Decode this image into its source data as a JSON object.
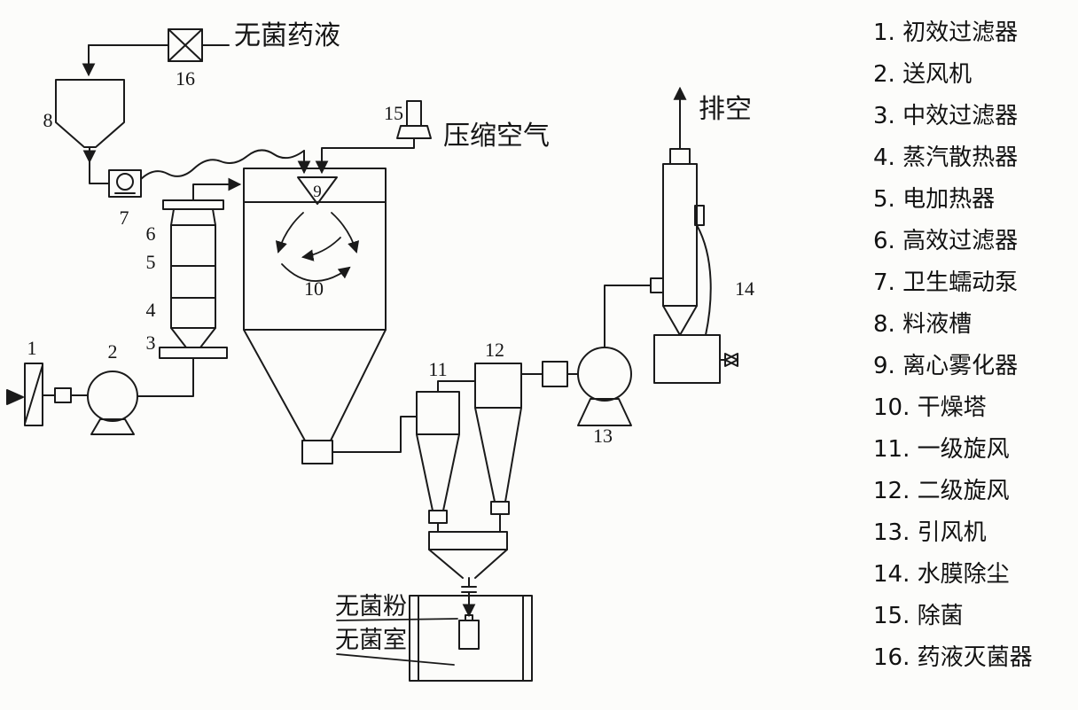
{
  "diagram": {
    "ink_color": "#1a1a1a",
    "numbers": {
      "1": "1",
      "2": "2",
      "3": "3",
      "4": "4",
      "5": "5",
      "6": "6",
      "7": "7",
      "8": "8",
      "9": "9",
      "10": "10",
      "11": "11",
      "12": "12",
      "13": "13",
      "14": "14",
      "15": "15",
      "16": "16"
    },
    "labels": {
      "sterile_liquid": "无菌药液",
      "compressed_air": "压缩空气",
      "exhaust": "排空",
      "sterile_powder": "无菌粉",
      "sterile_room": "无菌室"
    }
  },
  "legend": {
    "items": [
      "1. 初效过滤器",
      "2. 送风机",
      "3. 中效过滤器",
      "4. 蒸汽散热器",
      "5. 电加热器",
      "6. 高效过滤器",
      "7. 卫生蠕动泵",
      "8. 料液槽",
      "9. 离心雾化器",
      "10. 干燥塔",
      "11. 一级旋风",
      "12. 二级旋风",
      "13. 引风机",
      "14. 水膜除尘",
      "15. 除菌",
      "16. 药液灭菌器"
    ]
  }
}
